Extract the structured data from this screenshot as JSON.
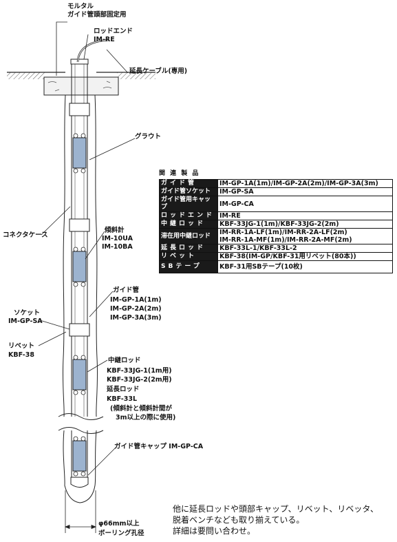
{
  "labels": {
    "mortar_1": "モルタル",
    "mortar_2": "ガイド管頭部固定用",
    "rod_end": "ロッドエンド",
    "rod_end_model": "IM-RE",
    "cable": "延長ケーブル(専用)",
    "grout": "グラウト",
    "connector_case": "コネクタケース",
    "inclinometer": "傾斜計",
    "inclinometer_models": [
      "IM-10UA",
      "IM-10BA"
    ],
    "guide_pipe": "ガイド管",
    "guide_pipe_models": [
      "IM-GP-1A(1m)",
      "IM-GP-2A(2m)",
      "IM-GP-3A(3m)"
    ],
    "socket": "ソケット",
    "socket_model": "IM-GP-SA",
    "rivet": "リベット",
    "rivet_model": "KBF-38",
    "relay_rod": "中継ロッド",
    "relay_rod_models": [
      "KBF-33JG-1(1m用)",
      "KBF-33JG-2(2m用)"
    ],
    "ext_rod": "延長ロッド",
    "ext_rod_model": "KBF-33L",
    "ext_rod_note_1": "(傾斜計と傾斜計間が",
    "ext_rod_note_2": "3m以上の際に使用)",
    "guide_cap": "ガイド管キャップ IM-GP-CA",
    "boring_dia": "φ66mm以上",
    "boring_label": "ボーリング孔径"
  },
  "related": {
    "title": "関 連 製 品",
    "rows": [
      {
        "k": "ガイド管",
        "v": [
          "IM-GP-1A(1m)/IM-GP-2A(2m)/IM-GP-3A(3m)"
        ]
      },
      {
        "k": "ガイド管ソケット",
        "v": [
          "IM-GP-SA"
        ]
      },
      {
        "k": "ガイド管用キャップ",
        "v": [
          "IM-GP-CA"
        ]
      },
      {
        "k": "ロッドエンド",
        "v": [
          "IM-RE"
        ]
      },
      {
        "k": "中継ロッド",
        "v": [
          "KBF-33JG-1(1m)/KBF-33JG-2(2m)"
        ]
      },
      {
        "k": "滞在用中継ロッド",
        "v": [
          "IM-RR-1A-LF(1m)/IM-RR-2A-LF(2m)",
          "IM-RR-1A-MF(1m)/IM-RR-2A-MF(2m)"
        ]
      },
      {
        "k": "延長ロッド",
        "v": [
          "KBF-33L-1/KBF-33L-2"
        ]
      },
      {
        "k": "リベット",
        "v": [
          "KBF-38(IM-GP/KBF-31用リベット(80本))"
        ]
      },
      {
        "k": "SBテープ",
        "v": [
          "KBF-31用SBテープ(10枚)"
        ]
      }
    ]
  },
  "note": {
    "lines": [
      "他に延長ロッドや頭部キャップ、リベット、リベッタ、",
      "脱着ベンチなども取り揃えている。",
      "詳細は要問い合わせ。"
    ]
  }
}
